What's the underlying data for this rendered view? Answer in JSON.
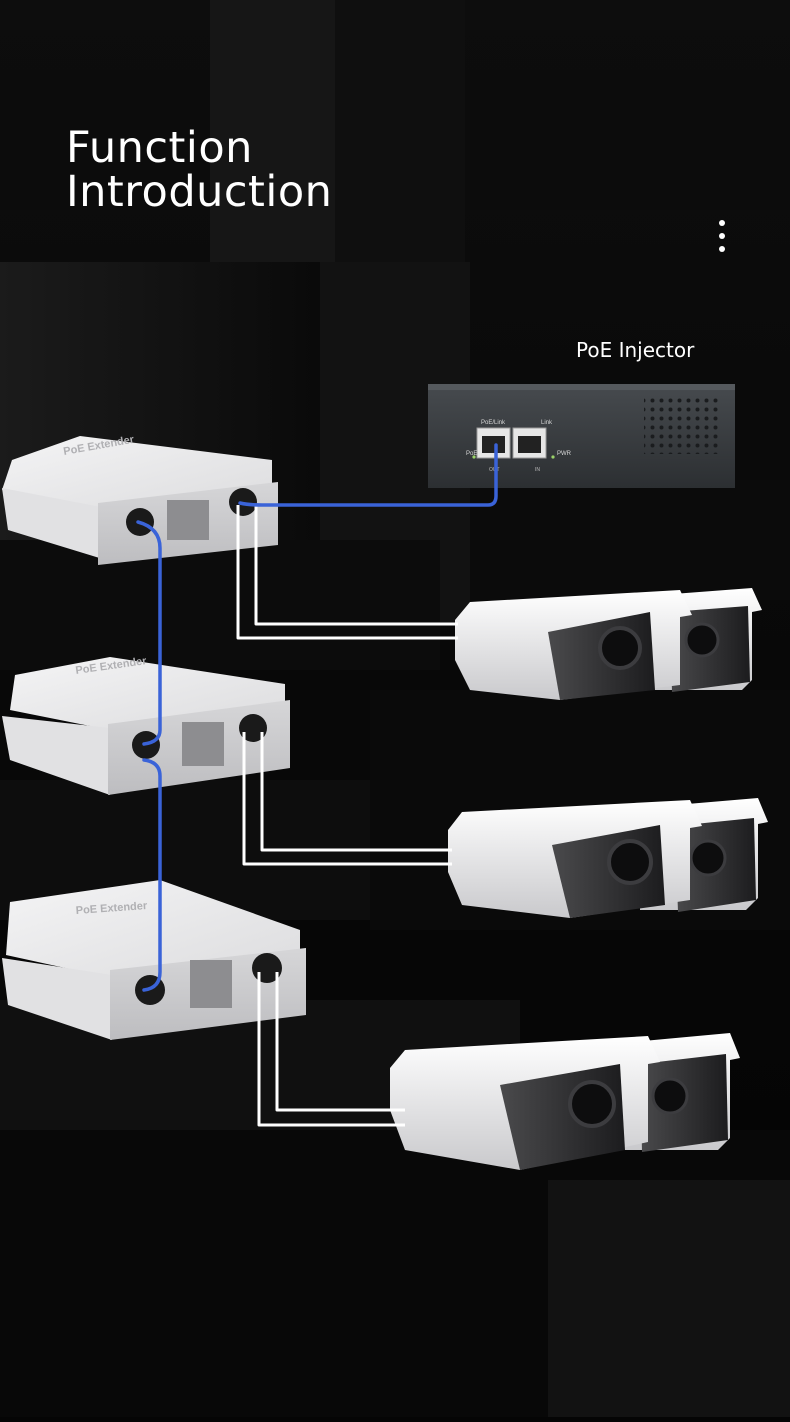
{
  "header": {
    "title_line1": "Function",
    "title_line2": "Introduction"
  },
  "menu": {
    "icon": "more-vertical-icon"
  },
  "injector": {
    "label": "PoE Injector",
    "port_label_1": "PoE/Link",
    "port_label_2": "Link",
    "left_mark": "PoE",
    "right_mark": "PWR",
    "out_label": "OUT",
    "in_label": "IN"
  },
  "extenders": [
    {
      "label": "PoE Extender"
    },
    {
      "label": "PoE Extender"
    },
    {
      "label": "PoE Extender"
    }
  ],
  "colors": {
    "background": "#050505",
    "poe_cable": "#3a63d8",
    "camera_cable": "#ffffff",
    "extender_body": "#e9e9ea",
    "injector_body": "#3b3e42"
  }
}
